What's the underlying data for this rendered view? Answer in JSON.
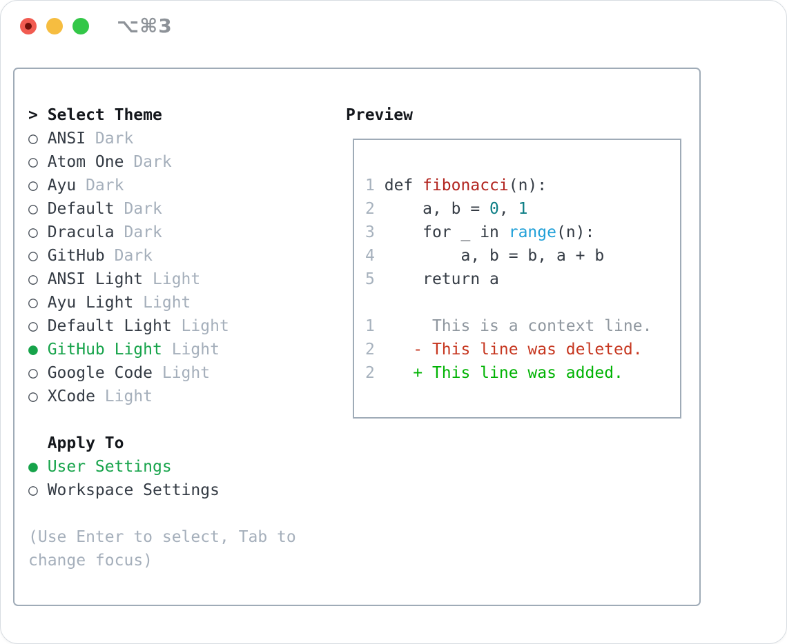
{
  "window": {
    "shortcut_label": "⌥⌘3",
    "traffic_lights": [
      {
        "name": "close",
        "color": "#f15b51"
      },
      {
        "name": "minimize",
        "color": "#f6bd40"
      },
      {
        "name": "zoom",
        "color": "#33c748"
      }
    ]
  },
  "theme_selector": {
    "title": "Select Theme",
    "title_prefix": ">",
    "items": [
      {
        "label": "ANSI",
        "variant": "Dark",
        "selected": false
      },
      {
        "label": "Atom One",
        "variant": "Dark",
        "selected": false
      },
      {
        "label": "Ayu",
        "variant": "Dark",
        "selected": false
      },
      {
        "label": "Default",
        "variant": "Dark",
        "selected": false
      },
      {
        "label": "Dracula",
        "variant": "Dark",
        "selected": false
      },
      {
        "label": "GitHub",
        "variant": "Dark",
        "selected": false
      },
      {
        "label": "ANSI Light",
        "variant": "Light",
        "selected": false
      },
      {
        "label": "Ayu Light",
        "variant": "Light",
        "selected": false
      },
      {
        "label": "Default Light",
        "variant": "Light",
        "selected": false
      },
      {
        "label": "GitHub Light",
        "variant": "Light",
        "selected": true
      },
      {
        "label": "Google Code",
        "variant": "Light",
        "selected": false
      },
      {
        "label": "XCode",
        "variant": "Light",
        "selected": false
      }
    ],
    "radio_glyphs": {
      "selected": "●",
      "unselected": "○"
    },
    "apply_to": {
      "title": "Apply To",
      "options": [
        {
          "label": "User Settings",
          "selected": true
        },
        {
          "label": "Workspace Settings",
          "selected": false
        }
      ]
    },
    "hint_lines": [
      "(Use Enter to select, Tab to",
      "change focus)"
    ]
  },
  "preview": {
    "title": "Preview",
    "code_lines": [
      {
        "num": "1",
        "tokens": [
          {
            "text": "def ",
            "style": "plain"
          },
          {
            "text": "fibonacci",
            "style": "function"
          },
          {
            "text": "(n):",
            "style": "plain"
          }
        ]
      },
      {
        "num": "2",
        "tokens": [
          {
            "text": "    a, b = ",
            "style": "plain"
          },
          {
            "text": "0",
            "style": "number"
          },
          {
            "text": ", ",
            "style": "plain"
          },
          {
            "text": "1",
            "style": "number"
          }
        ]
      },
      {
        "num": "3",
        "tokens": [
          {
            "text": "    for _ in ",
            "style": "plain"
          },
          {
            "text": "range",
            "style": "builtin"
          },
          {
            "text": "(n):",
            "style": "plain"
          }
        ]
      },
      {
        "num": "4",
        "tokens": [
          {
            "text": "        a, b = b, a + b",
            "style": "plain"
          }
        ]
      },
      {
        "num": "5",
        "tokens": [
          {
            "text": "    return a",
            "style": "plain"
          }
        ]
      }
    ],
    "diff_lines": [
      {
        "num": "1",
        "marker": " ",
        "text": "This is a context line.",
        "kind": "context"
      },
      {
        "num": "2",
        "marker": "-",
        "text": "This line was deleted.",
        "kind": "deleted"
      },
      {
        "num": "2",
        "marker": "+",
        "text": "This line was added.",
        "kind": "added"
      }
    ]
  },
  "colors": {
    "selected_green": "#16a34a",
    "syntax_function": "#b2241f",
    "syntax_number": "#0c7e85",
    "syntax_builtin": "#21a0d8",
    "diff_deleted": "#c6361f",
    "diff_added": "#00b303",
    "muted_gray": "#a5afbb",
    "text_dark": "#343b44",
    "border_gray": "#9fabb7",
    "light_red": "#f15b51",
    "light_yellow": "#f6bd40",
    "light_green": "#33c748"
  }
}
